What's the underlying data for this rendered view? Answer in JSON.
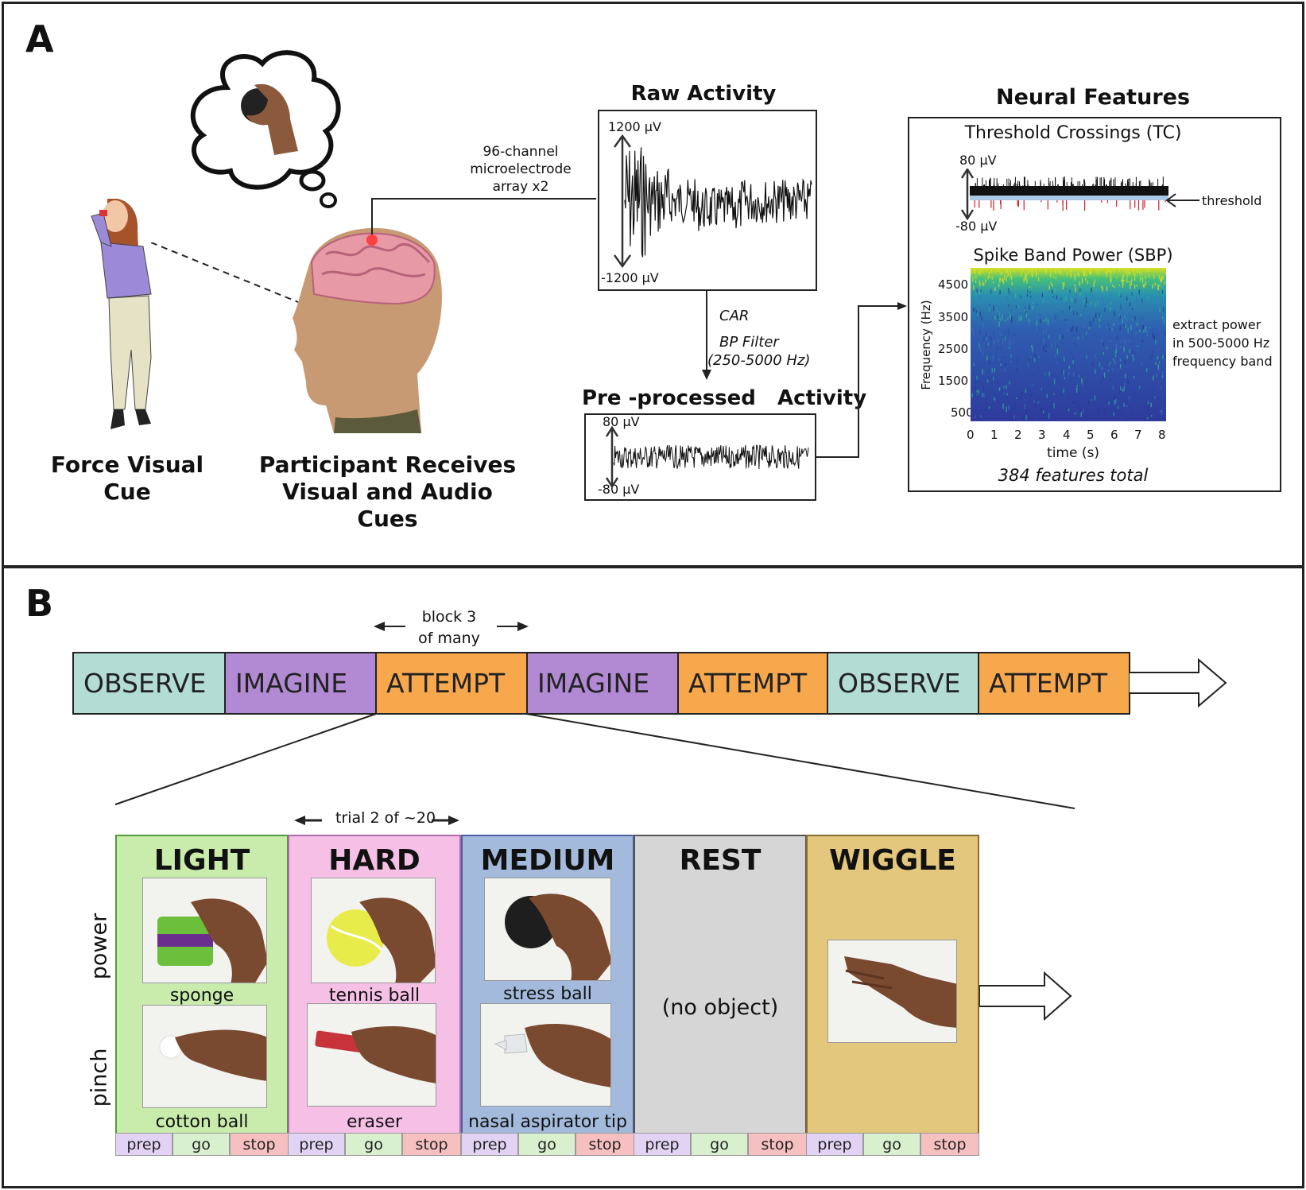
{
  "panel_a": {
    "label": "A",
    "figure_left": {
      "line1": "Force  Visual",
      "line2": "Cue"
    },
    "participant": {
      "line1": "Participant  Receives",
      "line2": "Visual  and  Audio  Cues"
    },
    "array_label": {
      "line1": "96-channel",
      "line2": "microelectrode",
      "line3": "array  x2"
    },
    "raw": {
      "title": "Raw  Activity",
      "top": "1200 μV",
      "bottom": "-1200 μV"
    },
    "processing": {
      "car": "CAR",
      "bp1": "BP Filter",
      "bp2": "(250-5000 Hz)"
    },
    "pre": {
      "title": "Pre -processed   Activity",
      "top": "80 μV",
      "bottom": "-80 μV"
    },
    "features": {
      "title": "Neural  Features",
      "tc_title": "Threshold Crossings (TC)",
      "tc_top": "80 μV",
      "tc_bottom": "-80 μV",
      "threshold": "threshold",
      "sbp_title": "Spike Band Power (SBP)",
      "ylabel": "Frequency (Hz)",
      "yticks": [
        "4500",
        "3500",
        "2500",
        "1500",
        "500"
      ],
      "xticks": [
        "0",
        "1",
        "2",
        "3",
        "4",
        "5",
        "6",
        "7",
        "8"
      ],
      "xlabel": "time (s)",
      "note1": "extract power",
      "note2": "in 500-5000 Hz",
      "note3": "frequency band",
      "total": "384 features total"
    }
  },
  "panel_b": {
    "label": "B",
    "block_note": {
      "line1": "block 3",
      "line2": "of many"
    },
    "blocks": [
      {
        "label": "OBSERVE",
        "color": "#b3ddd4"
      },
      {
        "label": "IMAGINE",
        "color": "#b18ad3"
      },
      {
        "label": "ATTEMPT",
        "color": "#f7a84d"
      },
      {
        "label": "IMAGINE",
        "color": "#b18ad3"
      },
      {
        "label": "ATTEMPT",
        "color": "#f7a84d"
      },
      {
        "label": "OBSERVE",
        "color": "#b3ddd4"
      },
      {
        "label": "ATTEMPT",
        "color": "#f7a84d"
      }
    ],
    "trial_note": "trial 2 of ~20",
    "row_labels": {
      "power": "power",
      "pinch": "pinch"
    },
    "cards": [
      {
        "title": "LIGHT",
        "bg": "#c9ecac",
        "border": "#4f9a3a",
        "power": "sponge",
        "pinch": "cotton ball"
      },
      {
        "title": "HARD",
        "bg": "#f6c0e6",
        "border": "#b06aa8",
        "power": "tennis ball",
        "pinch": "eraser"
      },
      {
        "title": "MEDIUM",
        "bg": "#a3badc",
        "border": "#4a62a0",
        "power": "stress ball",
        "pinch": "nasal aspirator tip"
      },
      {
        "title": "REST",
        "bg": "#d6d6d6",
        "border": "#555555",
        "middle": "(no object)"
      },
      {
        "title": "WIGGLE",
        "bg": "#e3c77c",
        "border": "#8a6d2e"
      }
    ],
    "phases": [
      {
        "label": "prep",
        "color": "#e2d3f4"
      },
      {
        "label": "go",
        "color": "#d9f0cf"
      },
      {
        "label": "stop",
        "color": "#f7c0c0"
      }
    ]
  }
}
